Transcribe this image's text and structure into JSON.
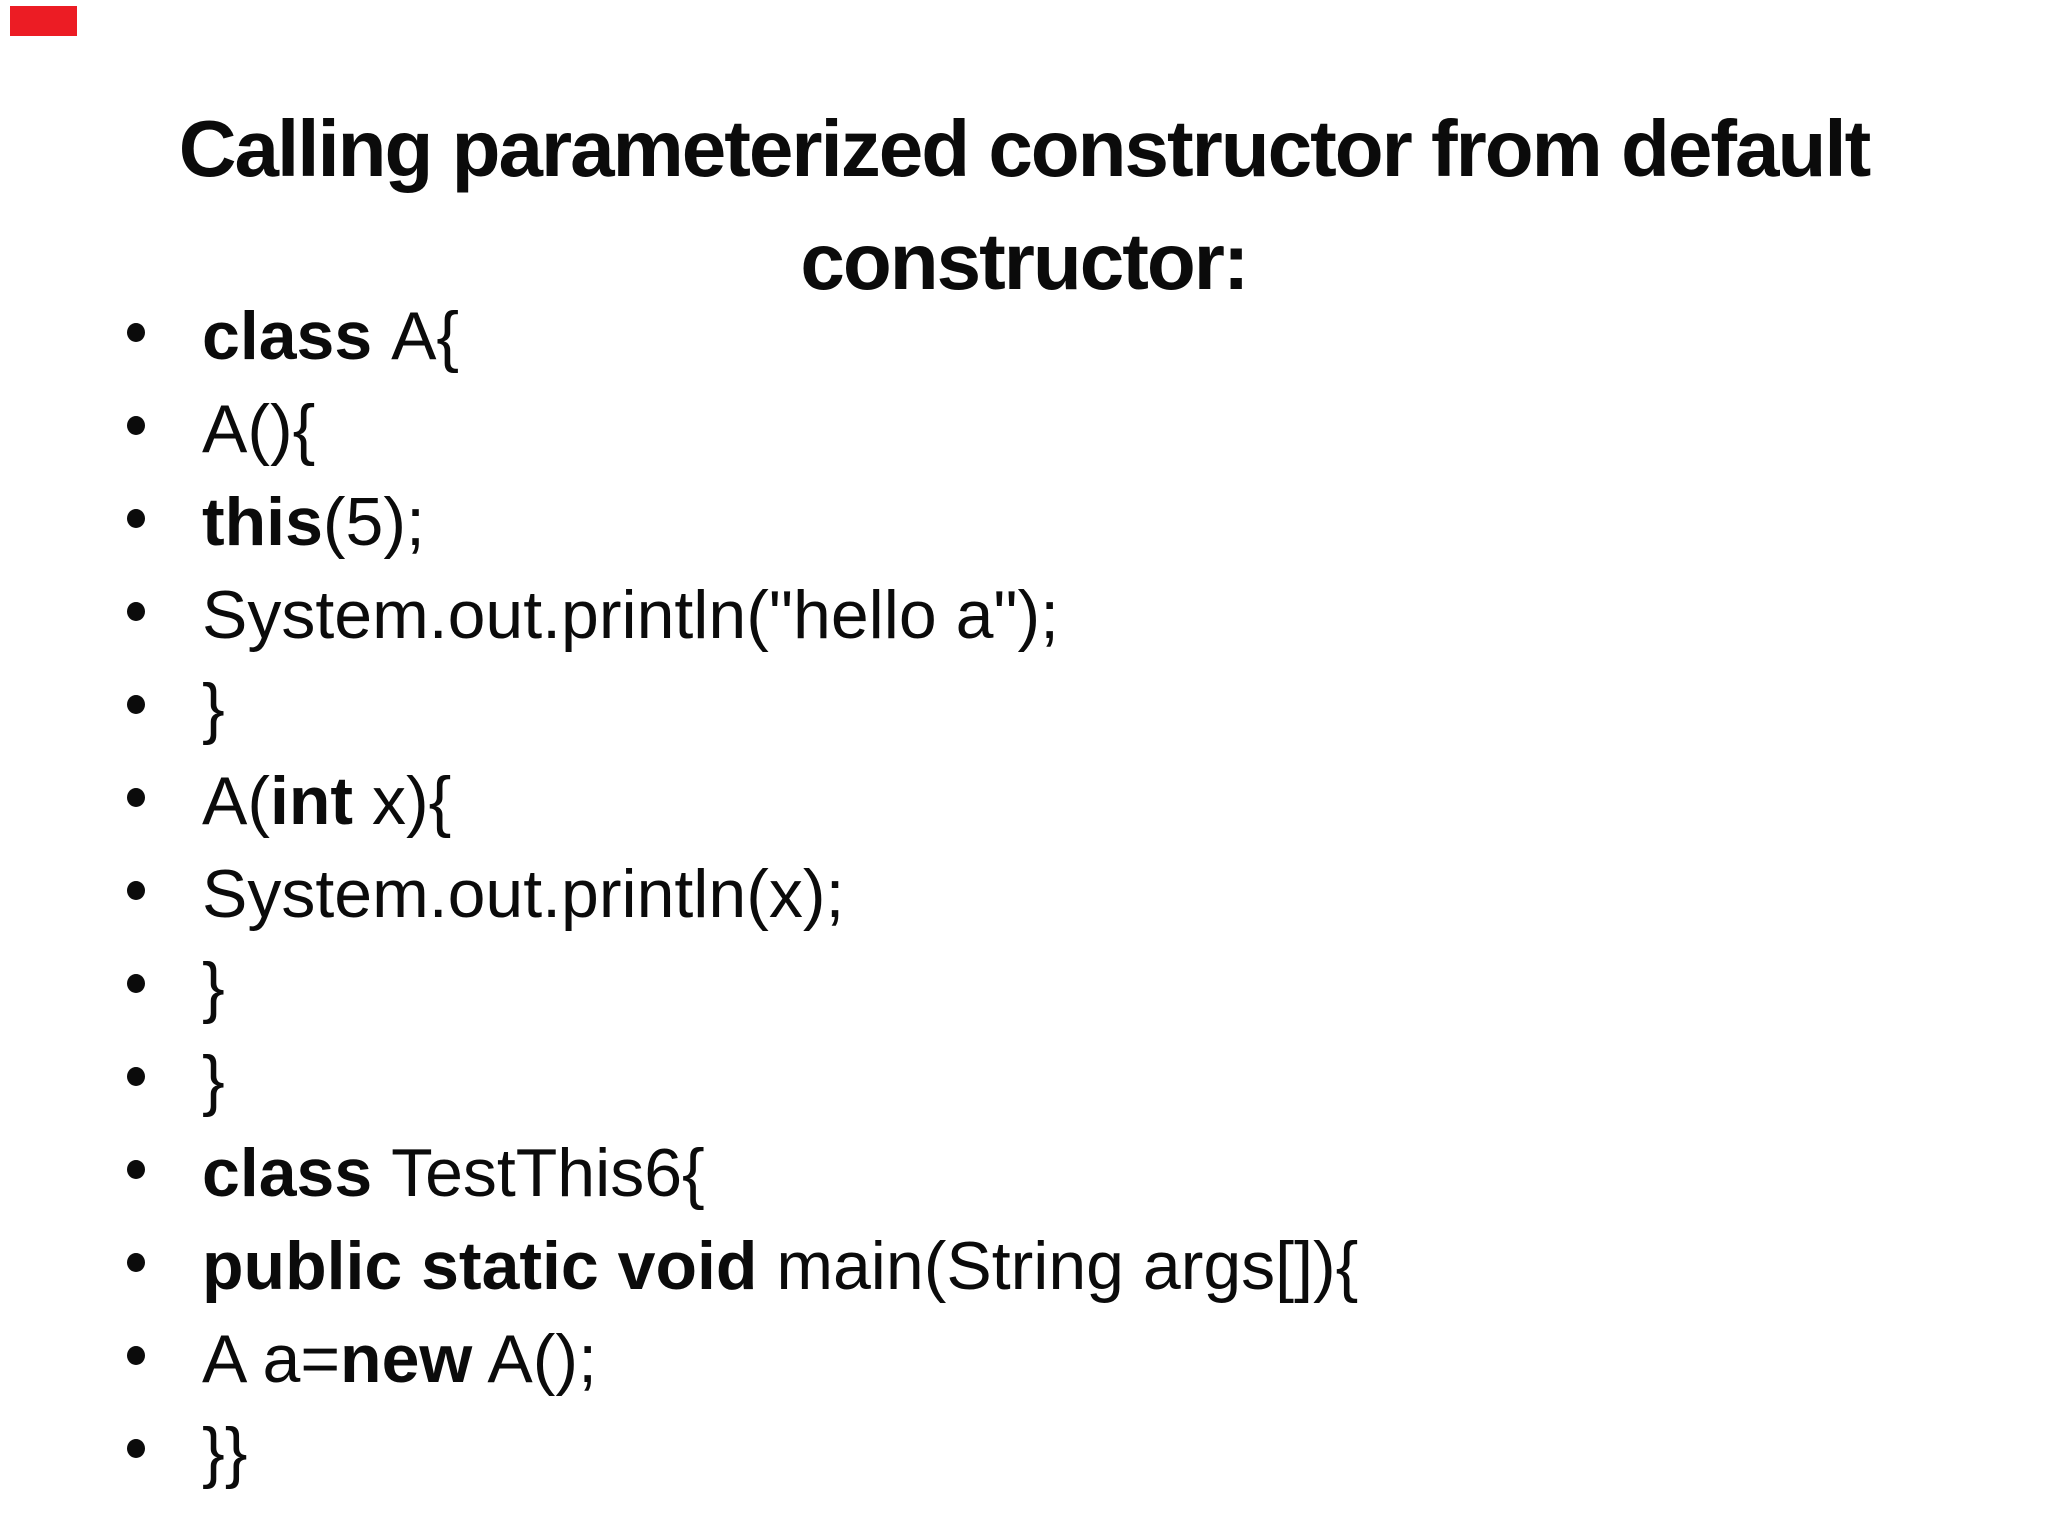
{
  "slide": {
    "background_color": "#ffffff",
    "text_color": "#0b0b0b",
    "red_marker_color": "#ec1c24",
    "title": {
      "line1": "Calling parameterized constructor from default",
      "line2": "constructor:"
    },
    "bullets": [
      {
        "segments": [
          {
            "text": "class ",
            "bold": true
          },
          {
            "text": "A{",
            "bold": false
          }
        ]
      },
      {
        "segments": [
          {
            "text": "A(){",
            "bold": false
          }
        ]
      },
      {
        "segments": [
          {
            "text": "this",
            "bold": true
          },
          {
            "text": "(5);",
            "bold": false
          }
        ]
      },
      {
        "segments": [
          {
            "text": "System.out.println(\"hello a\");",
            "bold": false
          }
        ]
      },
      {
        "segments": [
          {
            "text": "}",
            "bold": false
          }
        ]
      },
      {
        "segments": [
          {
            "text": "A(",
            "bold": false
          },
          {
            "text": "int",
            "bold": true
          },
          {
            "text": " x){",
            "bold": false
          }
        ]
      },
      {
        "segments": [
          {
            "text": "System.out.println(x);",
            "bold": false
          }
        ]
      },
      {
        "segments": [
          {
            "text": "}",
            "bold": false
          }
        ]
      },
      {
        "segments": [
          {
            "text": "}",
            "bold": false
          }
        ]
      },
      {
        "segments": [
          {
            "text": "class ",
            "bold": true
          },
          {
            "text": "TestThis6{",
            "bold": false
          }
        ]
      },
      {
        "segments": [
          {
            "text": "public static void ",
            "bold": true
          },
          {
            "text": "main(String args[]){",
            "bold": false
          }
        ]
      },
      {
        "segments": [
          {
            "text": "A a=",
            "bold": false
          },
          {
            "text": "new",
            "bold": true
          },
          {
            "text": " A();",
            "bold": false
          }
        ]
      },
      {
        "segments": [
          {
            "text": "}}",
            "bold": false
          }
        ]
      }
    ]
  }
}
